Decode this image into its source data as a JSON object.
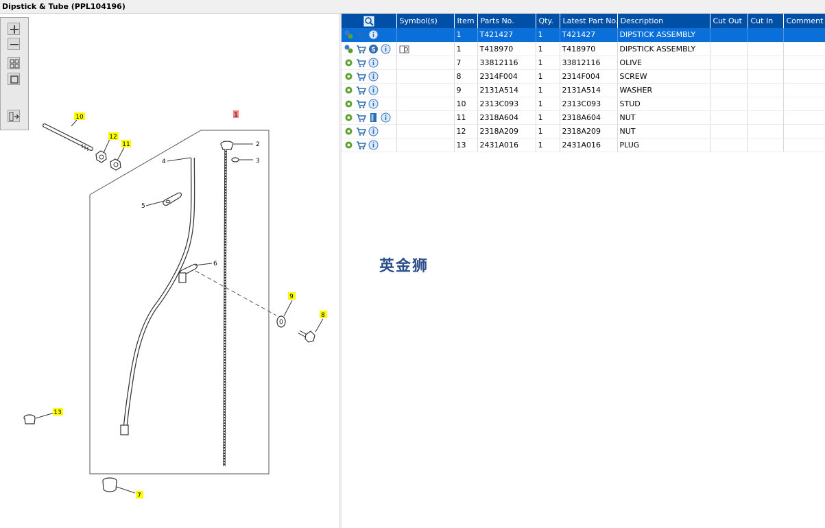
{
  "window": {
    "title": "Dipstick & Tube (PPL104196)"
  },
  "toolbar": {
    "icons": [
      "zoom-in-icon",
      "zoom-out-icon",
      "fit-page-icon",
      "actual-size-icon",
      "toggle-panel-icon"
    ]
  },
  "diagram": {
    "callouts": [
      "1",
      "2",
      "3",
      "4",
      "5",
      "6",
      "7",
      "8",
      "9",
      "10",
      "11",
      "12",
      "13"
    ]
  },
  "table": {
    "headers": [
      "",
      "Symbol(s)",
      "Item",
      "Parts No.",
      "Qty.",
      "Latest Part No.",
      "Description",
      "Cut Out",
      "Cut In",
      "Comment"
    ],
    "rows": [
      {
        "item": "1",
        "part_no": "T421427",
        "qty": "1",
        "latest": "T421427",
        "desc": "DIPSTICK ASSEMBLY",
        "selected": true
      },
      {
        "item": "1",
        "part_no": "T418970",
        "qty": "1",
        "latest": "T418970",
        "desc": "DIPSTICK ASSEMBLY"
      },
      {
        "item": "7",
        "part_no": "33812116",
        "qty": "1",
        "latest": "33812116",
        "desc": "OLIVE"
      },
      {
        "item": "8",
        "part_no": "2314F004",
        "qty": "1",
        "latest": "2314F004",
        "desc": "SCREW"
      },
      {
        "item": "9",
        "part_no": "2131A514",
        "qty": "1",
        "latest": "2131A514",
        "desc": "WASHER"
      },
      {
        "item": "10",
        "part_no": "2313C093",
        "qty": "1",
        "latest": "2313C093",
        "desc": "STUD"
      },
      {
        "item": "11",
        "part_no": "2318A604",
        "qty": "1",
        "latest": "2318A604",
        "desc": "NUT"
      },
      {
        "item": "12",
        "part_no": "2318A209",
        "qty": "1",
        "latest": "2318A209",
        "desc": "NUT"
      },
      {
        "item": "13",
        "part_no": "2431A016",
        "qty": "1",
        "latest": "2431A016",
        "desc": "PLUG"
      }
    ]
  },
  "watermark": "英金狮",
  "colors": {
    "header": "#0050a8",
    "selected_row": "#0a6fd8",
    "callout_yellow": "#ffff00",
    "callout_red": "#ff8080"
  }
}
